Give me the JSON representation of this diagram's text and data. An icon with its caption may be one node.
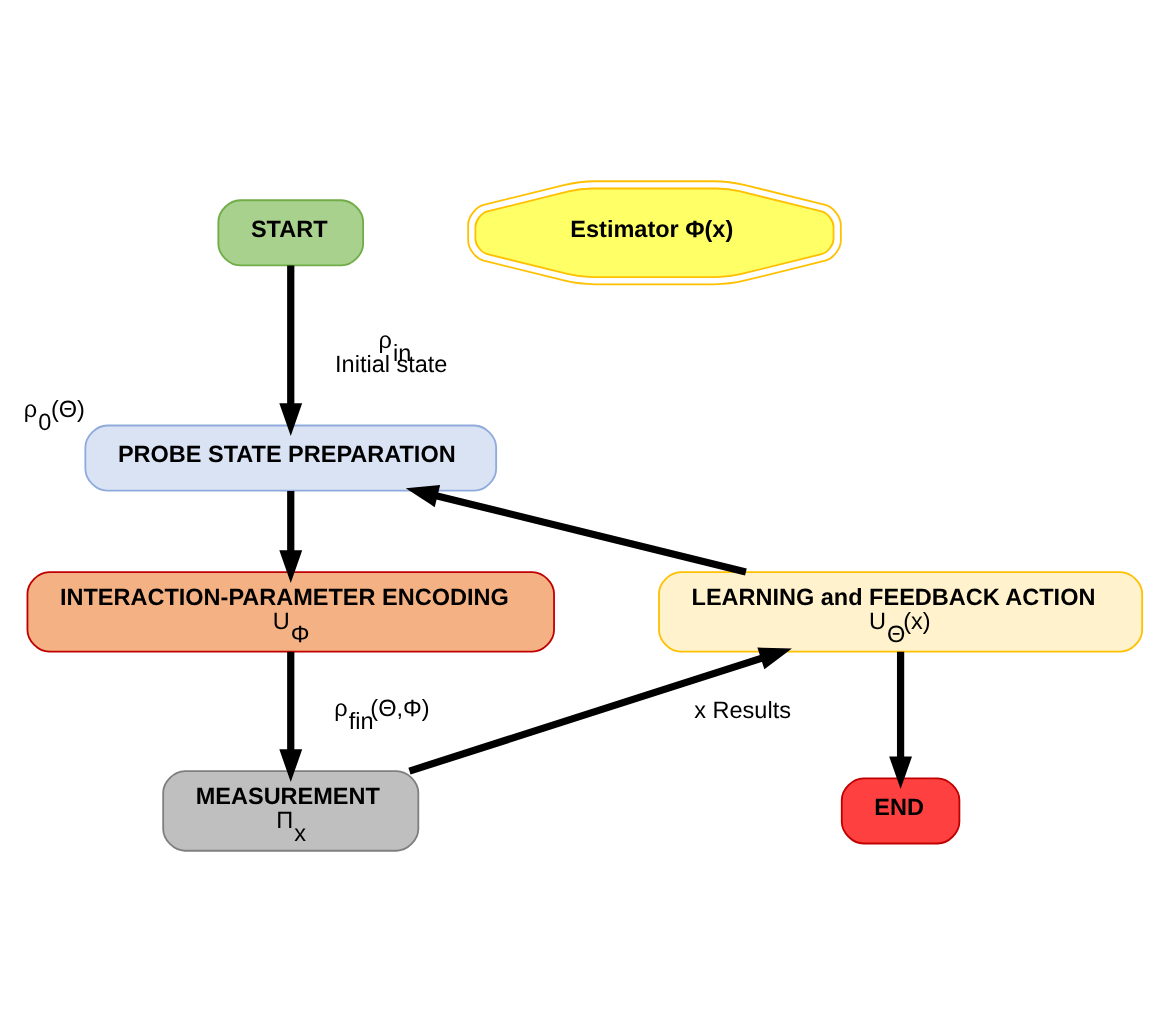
{
  "diagram": {
    "nodes": [
      {
        "text": [
          "START"
        ]
      },
      {
        "text": [
          "PROBE STATE PREPARATION"
        ],
        "beside": [
          "ρ$_{0}$(Θ)"
        ]
      },
      {
        "text": [
          "INTERACTION-PARAMETER ENCODING",
          "U$_{Φ}$"
        ]
      },
      {
        "text": [
          "MEASUREMENT",
          "Π$_{x}$"
        ]
      },
      {
        "text": [
          "LEARNING and FEEDBACK ACTION",
          "U$_{Θ}$(x)"
        ]
      },
      {
        "text": [
          "END"
        ]
      },
      {
        "text": [
          "Estimator Φ(x)"
        ]
      }
    ],
    "edges": [
      {
        "from": 0,
        "to": 1,
        "arrow": "to",
        "label": "ρ$_{in}$ Initial state"
      },
      {
        "from": 1,
        "to": 2,
        "arrow": "to"
      },
      {
        "from": 2,
        "to": 3,
        "arrow": "to",
        "label": "ρ$_{fin}$(Θ,Φ)"
      },
      {
        "from": 3,
        "to": 4,
        "arrow": "to",
        "label": "x Results"
      },
      {
        "from": 4,
        "to": 1,
        "arrow": "to"
      },
      {
        "from": 4,
        "to": 5,
        "arrow": "to"
      }
    ]
  }
}
